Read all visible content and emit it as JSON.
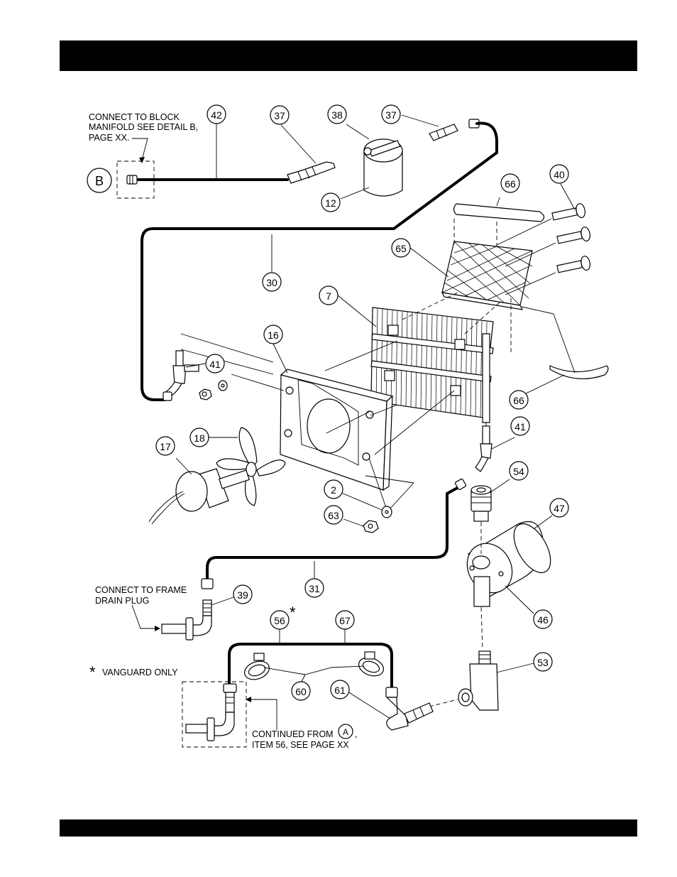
{
  "header": {
    "title": ""
  },
  "footer": {
    "text": ""
  },
  "notes": {
    "block_manifold": [
      "CONNECT TO BLOCK",
      "MANIFOLD SEE DETAIL B,",
      "PAGE XX."
    ],
    "frame_drain": [
      "CONNECT TO FRAME",
      "DRAIN PLUG"
    ],
    "vanguard": "VANGUARD ONLY",
    "vanguard_star": "*",
    "continued": [
      "CONTINUED FROM",
      ",",
      "ITEM 56, SEE PAGE XX"
    ]
  },
  "detail_refs": {
    "b": "B",
    "a": "A"
  },
  "callouts": {
    "c42": "42",
    "c37a": "37",
    "c38": "38",
    "c37b": "37",
    "c12": "12",
    "c66a": "66",
    "c40": "40",
    "c65": "65",
    "c30": "30",
    "c7": "7",
    "c16": "16",
    "c41a": "41",
    "c66b": "66",
    "c41b": "41",
    "c18": "18",
    "c17": "17",
    "c54": "54",
    "c47": "47",
    "c2": "2",
    "c63": "63",
    "c31": "31",
    "c39": "39",
    "c46": "46",
    "c56": "56",
    "c67": "67",
    "c53": "53",
    "c60": "60",
    "c61": "61"
  }
}
